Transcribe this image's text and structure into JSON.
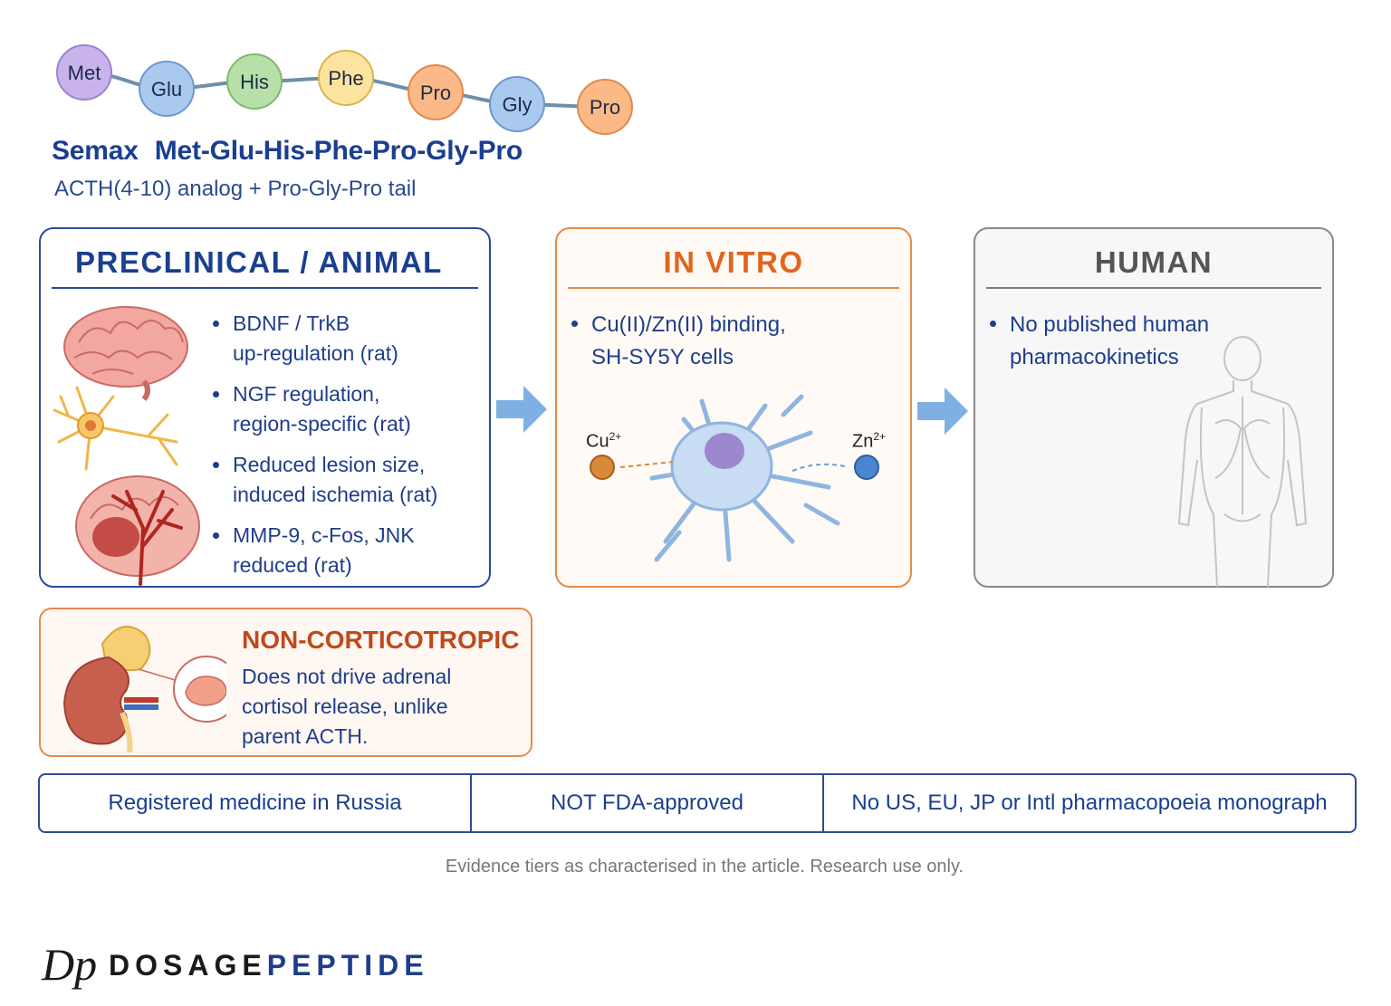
{
  "peptide_chain": {
    "residues": [
      {
        "label": "Met",
        "color": "#c9b3ec"
      },
      {
        "label": "Glu",
        "color": "#a9c9ee"
      },
      {
        "label": "His",
        "color": "#b7e0a8"
      },
      {
        "label": "Phe",
        "color": "#fde3a0"
      },
      {
        "label": "Pro",
        "color": "#fbb988"
      },
      {
        "label": "Gly",
        "color": "#a9c9ee"
      },
      {
        "label": "Pro",
        "color": "#fbb988"
      }
    ]
  },
  "header": {
    "name": "Semax",
    "sequence": "Met-Glu-His-Phe-Pro-Gly-Pro",
    "subtitle": "ACTH(4-10) analog + Pro-Gly-Pro tail"
  },
  "panels": {
    "preclinical": {
      "title": "PRECLINICAL / ANIMAL",
      "bullets": [
        [
          "BDNF / TrkB",
          "up-regulation (rat)"
        ],
        [
          "NGF regulation,",
          "region-specific (rat)"
        ],
        [
          "Reduced lesion size,",
          "induced ischemia (rat)"
        ],
        [
          "MMP-9, c-Fos, JNK",
          "reduced (rat)"
        ]
      ]
    },
    "in_vitro": {
      "title": "IN VITRO",
      "bullets": [
        [
          "Cu(II)/Zn(II) binding,",
          "SH-SY5Y cells"
        ]
      ],
      "ions": {
        "cu": "Cu",
        "cu_charge": "2+",
        "zn": "Zn",
        "zn_charge": "2+"
      }
    },
    "human": {
      "title": "HUMAN",
      "bullets": [
        [
          "No published human",
          "pharmacokinetics"
        ]
      ]
    }
  },
  "non_corticotropic": {
    "title": "NON-CORTICOTROPIC",
    "lines": [
      "Does not drive adrenal",
      "cortisol release, unlike",
      "parent ACTH."
    ]
  },
  "regulatory": [
    "Registered medicine in Russia",
    "NOT FDA-approved",
    "No US, EU, JP or Intl pharmacopoeia monograph"
  ],
  "footnote": "Evidence tiers as characterised in the article. Research use only.",
  "brand": {
    "mark": "Dp",
    "part1": "DOSAGE",
    "part2": "PEPTIDE"
  },
  "colors": {
    "navy": "#1b3f8f",
    "orange": "#e0661f",
    "gray": "#555555",
    "arrow": "#7fb0e3"
  }
}
